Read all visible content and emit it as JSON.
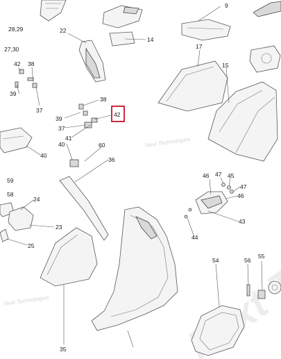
{
  "diagram": {
    "callouts": [
      {
        "id": "c9",
        "text": "9"
      },
      {
        "id": "c2829",
        "text": "28,29"
      },
      {
        "id": "c22",
        "text": "22"
      },
      {
        "id": "c14",
        "text": "14"
      },
      {
        "id": "c2730",
        "text": "27,30"
      },
      {
        "id": "c17",
        "text": "17"
      },
      {
        "id": "c42a",
        "text": "42"
      },
      {
        "id": "c38a",
        "text": "38"
      },
      {
        "id": "c39a",
        "text": "39"
      },
      {
        "id": "c15",
        "text": "15"
      },
      {
        "id": "c37a",
        "text": "37"
      },
      {
        "id": "c38b",
        "text": "38"
      },
      {
        "id": "c39b",
        "text": "39"
      },
      {
        "id": "c37b",
        "text": "37"
      },
      {
        "id": "c41",
        "text": "41"
      },
      {
        "id": "c40a",
        "text": "40"
      },
      {
        "id": "c40b",
        "text": "40"
      },
      {
        "id": "c60",
        "text": "60"
      },
      {
        "id": "c36",
        "text": "36"
      },
      {
        "id": "c46a",
        "text": "46"
      },
      {
        "id": "c47a",
        "text": "47"
      },
      {
        "id": "c45",
        "text": "45"
      },
      {
        "id": "c47b",
        "text": "47"
      },
      {
        "id": "c46b",
        "text": "46"
      },
      {
        "id": "c59",
        "text": "59"
      },
      {
        "id": "c58",
        "text": "58"
      },
      {
        "id": "c24",
        "text": "24"
      },
      {
        "id": "c43",
        "text": "43"
      },
      {
        "id": "c23",
        "text": "23"
      },
      {
        "id": "c44",
        "text": "44"
      },
      {
        "id": "c25",
        "text": "25"
      },
      {
        "id": "c54",
        "text": "54"
      },
      {
        "id": "c56",
        "text": "56"
      },
      {
        "id": "c55",
        "text": "55"
      },
      {
        "id": "c35",
        "text": "35"
      }
    ],
    "highlight": {
      "text": "42"
    },
    "watermarks": {
      "small_1": "Next Technologies",
      "small_2": "Next Technologies",
      "large": "Next Trend"
    },
    "colors": {
      "highlight": "#c8102e",
      "line": "#555555",
      "watermark": "#d4d4d4"
    }
  }
}
